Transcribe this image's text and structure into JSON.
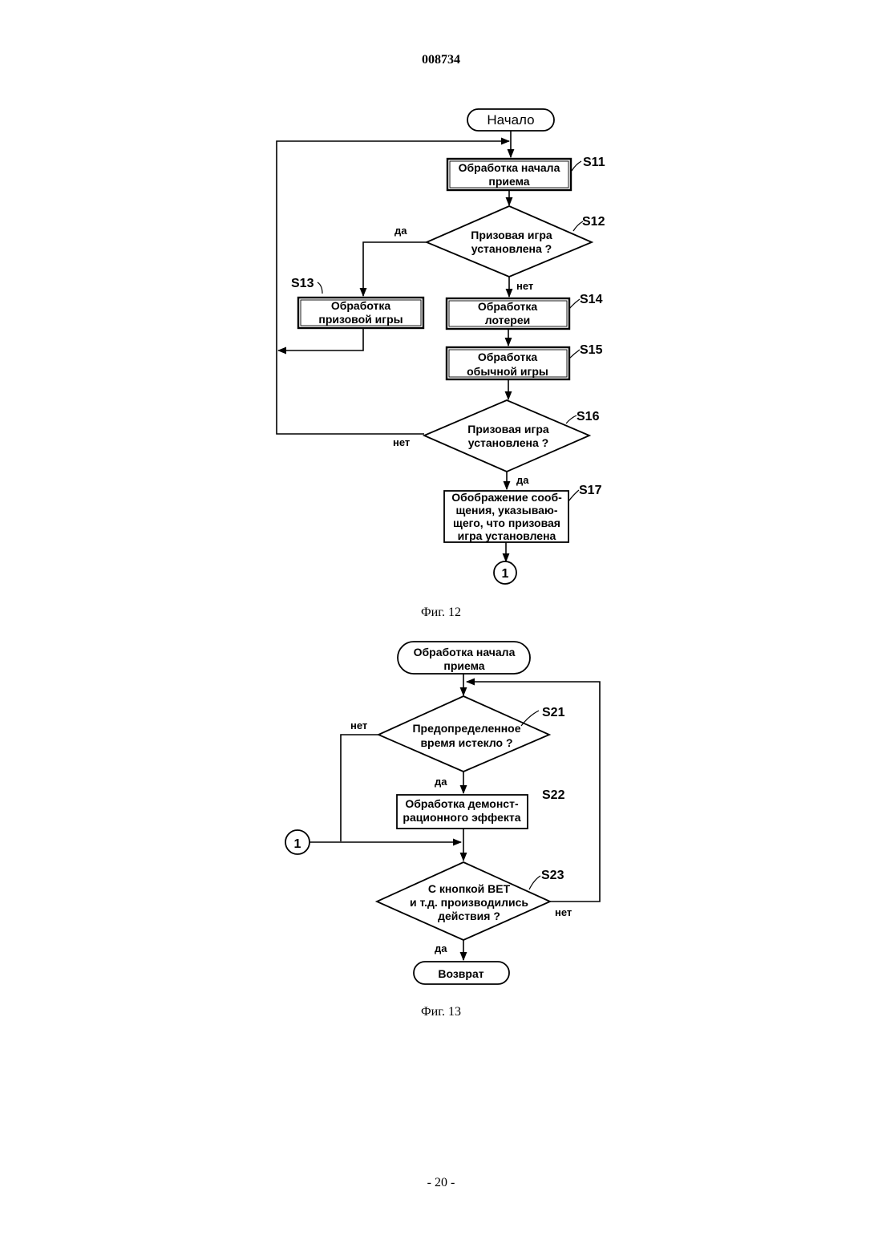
{
  "header": {
    "doc_number": "008734"
  },
  "footer": {
    "page_number": "- 20 -"
  },
  "fig12": {
    "caption": "Фиг. 12",
    "start": "Начало",
    "s11": {
      "label": "S11",
      "line1": "Обработка начала",
      "line2": "приема"
    },
    "s12": {
      "label": "S12",
      "line1": "Призовая игра",
      "line2": "установлена ?"
    },
    "s13": {
      "label": "S13",
      "line1": "Обработка",
      "line2": "призовой игры"
    },
    "s14": {
      "label": "S14",
      "line1": "Обработка",
      "line2": "лотереи"
    },
    "s15": {
      "label": "S15",
      "line1": "Обработка",
      "line2": "обычной игры"
    },
    "s16": {
      "label": "S16",
      "line1": "Призовая игра",
      "line2": "установлена ?"
    },
    "s17": {
      "label": "S17",
      "line1": "Обображение сооб-",
      "line2": "щения, указываю-",
      "line3": "щего, что призовая",
      "line4": "игра установлена"
    },
    "connector": "1",
    "yes": "да",
    "no": "нет"
  },
  "fig13": {
    "caption": "Фиг. 13",
    "start_line1": "Обработка начала",
    "start_line2": "приема",
    "s21": {
      "label": "S21",
      "line1": "Предопределенное",
      "line2": "время истекло ?"
    },
    "s22": {
      "label": "S22",
      "line1": "Обработка демонст-",
      "line2": "рационного эффекта"
    },
    "s23": {
      "label": "S23",
      "line1": "С кнопкой BET",
      "line2": "и т.д. производились",
      "line3": "действия ?"
    },
    "connector": "1",
    "end": "Возврат",
    "yes": "да",
    "no": "нет"
  }
}
